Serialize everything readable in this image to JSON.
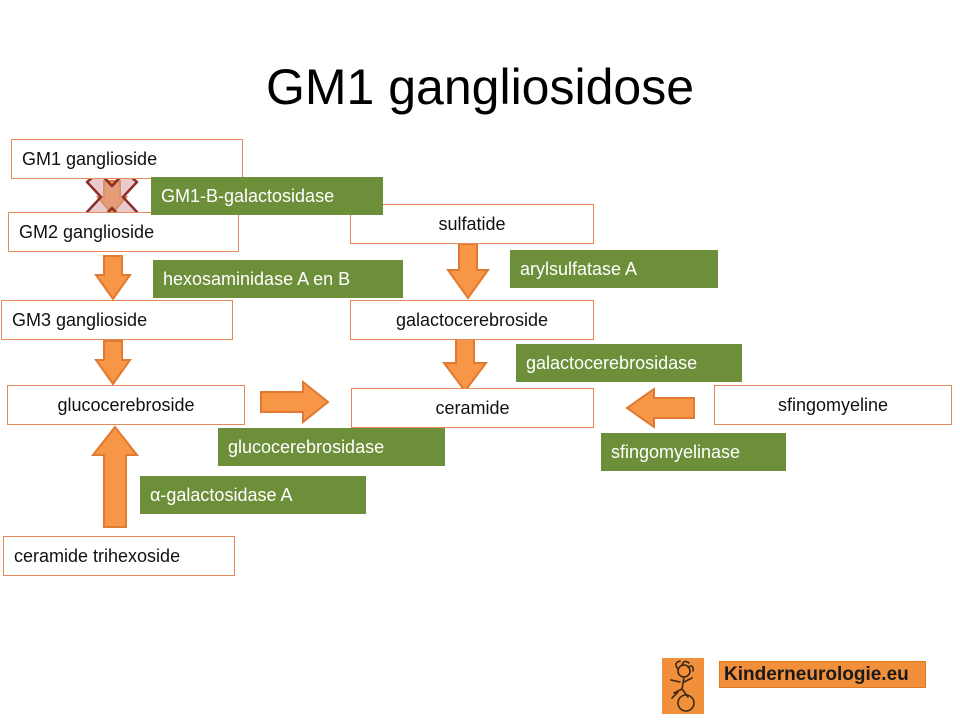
{
  "title": "GM1 gangliosidose",
  "nodes": {
    "gm1": "GM1 ganglioside",
    "gm2": "GM2 ganglioside",
    "gm3": "GM3 ganglioside",
    "glucocerebroside": "glucocerebroside",
    "ceramide_trihexoside": "ceramide trihexoside",
    "sulfatide": "sulfatide",
    "galactocerebroside": "galactocerebroside",
    "ceramide": "ceramide",
    "sfingomyeline": "sfingomyeline"
  },
  "enzymes": {
    "gm1_b_galactosidase": "GM1-B-galactosidase",
    "hexosaminidase": "hexosaminidase A en B",
    "arylsulfatase": "arylsulfatase A",
    "galactocerebrosidase": "galactocerebrosidase",
    "glucocerebrosidase": "glucocerebrosidase",
    "sfingomyelinase": "sfingomyelinase",
    "alpha_galactosidase": "α-galactosidase A"
  },
  "blocked_step": "GM1 ganglioside → GM2 ganglioside",
  "brand": "Kinderneurologie.eu",
  "colors": {
    "arrow_fill": "#f79646",
    "arrow_stroke": "#e07a30",
    "enzyme_box": "#6e8f3a",
    "node_border": "#e6895a",
    "brand_bg": "#f28f3b",
    "cross_fill": "#c0504d"
  }
}
